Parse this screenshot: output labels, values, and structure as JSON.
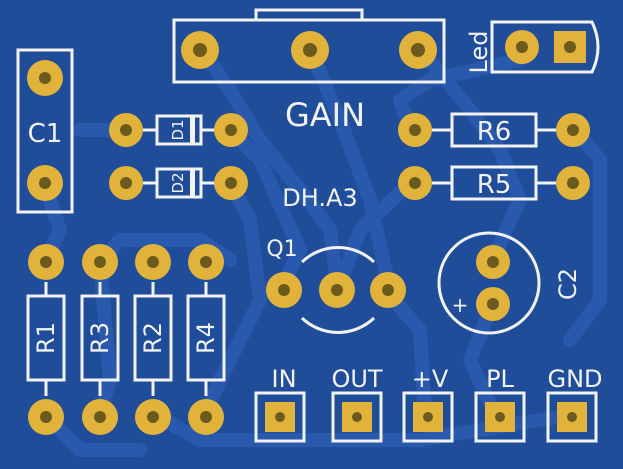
{
  "colors": {
    "board": "#1f4d9a",
    "trace": "#2a5cb0",
    "silk": "#f2f2f2",
    "copper": "#e2b33a",
    "hole": "#6b5a1e"
  },
  "labels": {
    "gain": "GAIN",
    "led": "Led",
    "c1": "C1",
    "d1": "D1",
    "d2": "D2",
    "r6": "R6",
    "r5": "R5",
    "dh": "DH.A3",
    "q1": "Q1",
    "c2": "C2",
    "plus": "+",
    "r1": "R1",
    "r3": "R3",
    "r2": "R2",
    "r4": "R4"
  },
  "connectors": [
    "IN",
    "OUT",
    "+V",
    "PL",
    "GND"
  ]
}
